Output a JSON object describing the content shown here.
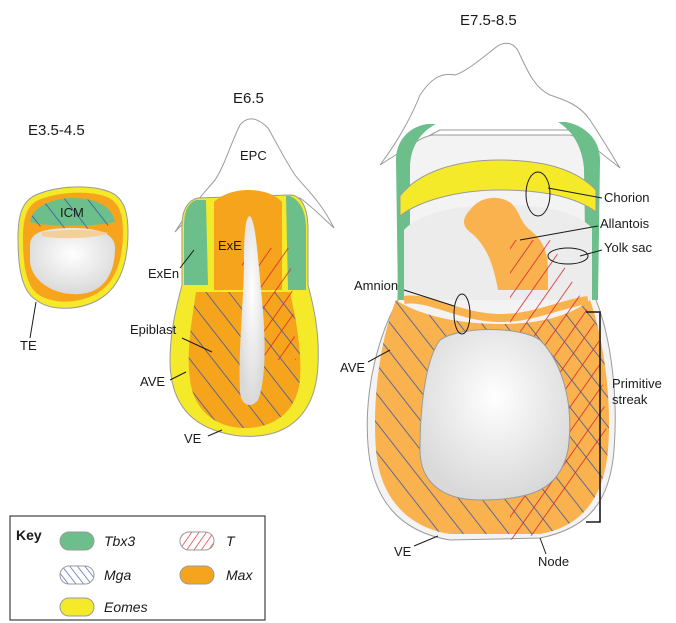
{
  "stages": {
    "e35": "E3.5-4.5",
    "e65": "E6.5",
    "e75": "E7.5-8.5"
  },
  "labels": {
    "icm": "ICM",
    "te": "TE",
    "epc": "EPC",
    "exe": "ExE",
    "exen": "ExEn",
    "epiblast": "Epiblast",
    "ave_early": "AVE",
    "ve_early": "VE",
    "chorion": "Chorion",
    "allantois": "Allantois",
    "yolk_sac": "Yolk sac",
    "amnion": "Amnion",
    "ave_late": "AVE",
    "primitive_streak_1": "Primitive",
    "primitive_streak_2": "streak",
    "ve_late": "VE",
    "node": "Node"
  },
  "key": {
    "title": "Key",
    "items": [
      {
        "label": "Tbx3",
        "color": "#6cbf8a",
        "pattern": "solid"
      },
      {
        "label": "Mga",
        "color": "#3a57a8",
        "pattern": "hatch-blue"
      },
      {
        "label": "Eomes",
        "color": "#f5ea2a",
        "pattern": "solid"
      },
      {
        "label": "T",
        "color": "#d9262c",
        "pattern": "hatch-red"
      },
      {
        "label": "Max",
        "color": "#f7a41d",
        "pattern": "solid"
      }
    ]
  },
  "colors": {
    "tbx3": "#6cbf8a",
    "mga": "#3a57a8",
    "eomes": "#f5ea2a",
    "t": "#d9262c",
    "max": "#f7a41d",
    "max_light": "#f9b24e",
    "outline": "#9a9a9a",
    "cavity": "#ededed"
  }
}
